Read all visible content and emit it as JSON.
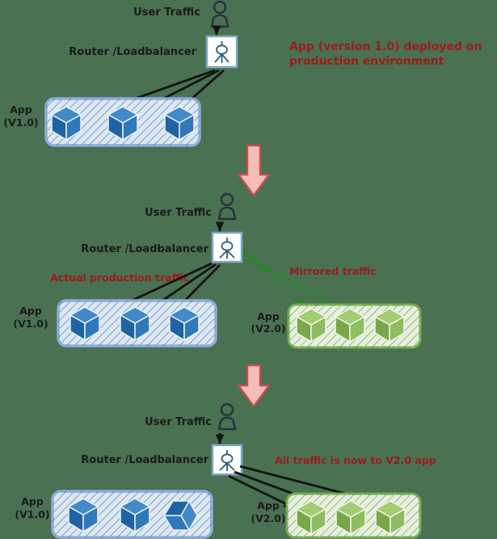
{
  "colors": {
    "background": "#4a7152",
    "label_black": "#1b1b1b",
    "note_red": "#9e1b1b",
    "arrow_black": "#131313",
    "mirror_green": "#1f8c1f",
    "person_stroke": "#26323c",
    "router_border": "#7fa8c9",
    "router_glyph": "#2d5f7d",
    "transition_fill": "#f5bcba",
    "transition_border": "#c0504d",
    "v1_box_fill": "#dce8f7",
    "v1_box_border": "#8fabdc",
    "v1_hatch": "#8fa9c9",
    "v2_box_fill": "#e6f0dd",
    "v2_box_border": "#74ad50",
    "v2_hatch": "#a9c494",
    "hatch_dark": "#3e6b4a",
    "cube_blue_top": "#4189c8",
    "cube_blue_left": "#1f63a4",
    "cube_blue_right": "#2f79bb",
    "cube_green_top": "#a3cc73",
    "cube_green_left": "#79a84a",
    "cube_green_right": "#8dbd5e"
  },
  "stage1": {
    "user_traffic_label": "User Traffic",
    "router_label": "Router /Loadbalancer",
    "note_line1": "App (version 1.0) deployed on",
    "note_line2": "production environment",
    "v1_name": "App",
    "v1_version": "(V1.0)"
  },
  "stage2": {
    "user_traffic_label": "User Traffic",
    "router_label": "Router /Loadbalancer",
    "production_label": "Actual production traffic",
    "mirrored_label": "Mirrored traffic",
    "v1_name": "App",
    "v1_version": "(V1.0)",
    "v2_name": "App",
    "v2_version": "(V2.0)"
  },
  "stage3": {
    "user_traffic_label": "User Traffic",
    "router_label": "Router /Loadbalancer",
    "note": "All traffic is now to V2.0 app",
    "v1_name": "App",
    "v1_version": "(V1.0)",
    "v2_name": "App",
    "v2_version": "(V2.0)"
  }
}
